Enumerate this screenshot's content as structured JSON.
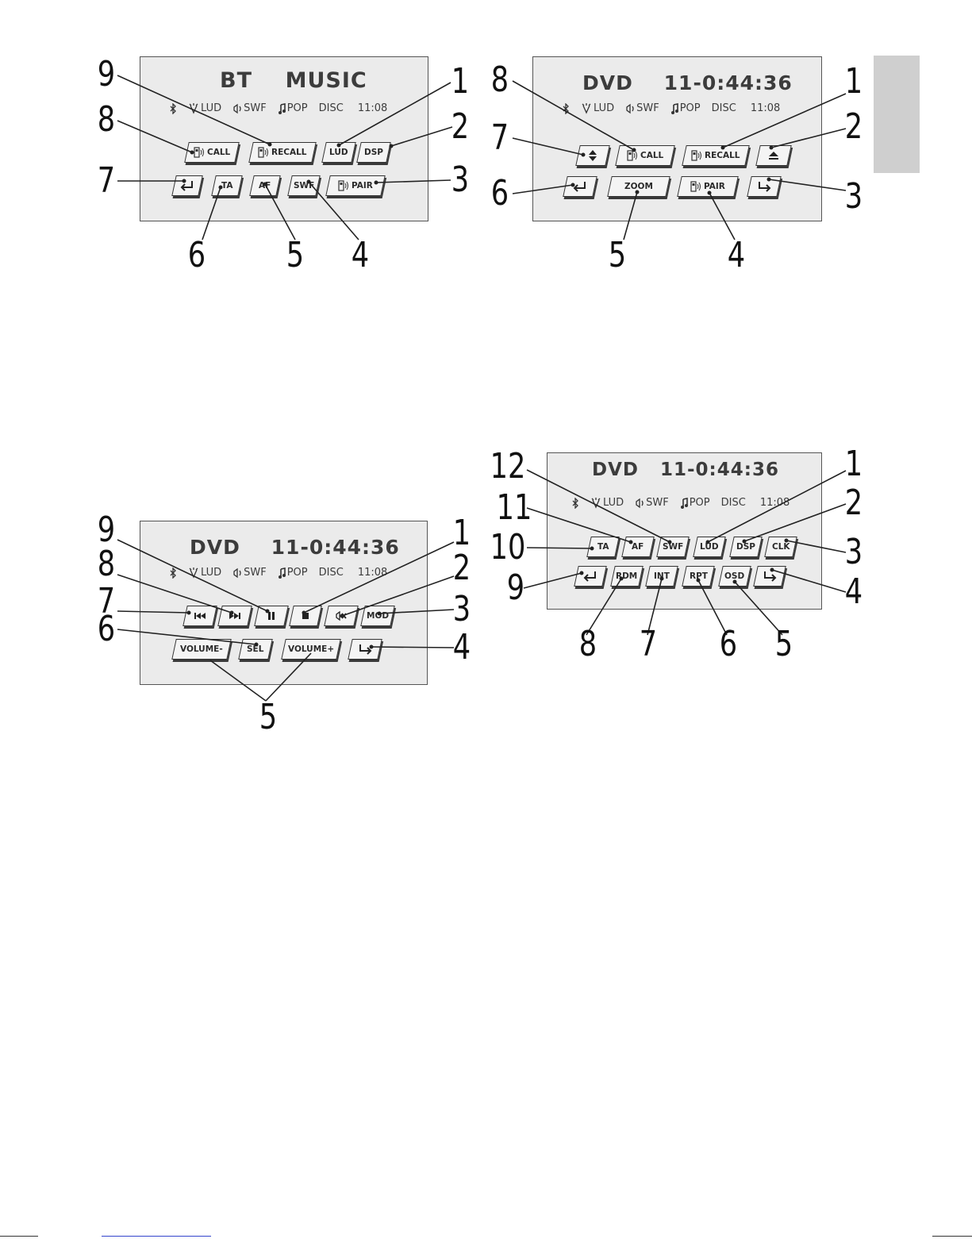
{
  "status_bar": {
    "lud": "LUD",
    "swf": "SWF",
    "pop": "POP",
    "disc": "DISC",
    "time": "11:08"
  },
  "panels": {
    "bt_music": {
      "title": "BT    MUSIC",
      "buttons": {
        "call": "CALL",
        "recall": "RECALL",
        "lud": "LUD",
        "dsp": "DSP",
        "ta": "TA",
        "af": "AF",
        "swf": "SWF",
        "pair": "PAIR"
      },
      "callouts": [
        "1",
        "2",
        "3",
        "4",
        "5",
        "6",
        "7",
        "8",
        "9"
      ]
    },
    "dvd_menu": {
      "title": "DVD    11-0:44:36",
      "buttons": {
        "call": "CALL",
        "recall": "RECALL",
        "zoom": "ZOOM",
        "pair": "PAIR"
      },
      "callouts": [
        "1",
        "2",
        "3",
        "4",
        "5",
        "6",
        "7",
        "8"
      ]
    },
    "dvd_playback": {
      "title": "DVD    11-0:44:36",
      "buttons": {
        "volume_minus": "VOLUME-",
        "sel": "SEL",
        "volume_plus": "VOLUME+",
        "mod": "MOD"
      },
      "callouts": [
        "1",
        "2",
        "3",
        "4",
        "5",
        "6",
        "7",
        "8",
        "9"
      ]
    },
    "dvd_settings": {
      "title": "DVD   11-0:44:36",
      "buttons": {
        "ta": "TA",
        "af": "AF",
        "swf": "SWF",
        "lud": "LUD",
        "dsp": "DSP",
        "clk": "CLK",
        "rdm": "RDM",
        "int": "INT",
        "rpt": "RPT",
        "osd": "OSD"
      },
      "callouts": [
        "1",
        "2",
        "3",
        "4",
        "5",
        "6",
        "7",
        "8",
        "9",
        "10",
        "11",
        "12"
      ]
    }
  },
  "icons": {
    "bluetooth": "bluetooth-icon",
    "loudness": "loudness-icon",
    "speaker": "speaker-icon",
    "music_note": "music-note-icon",
    "phone": "phone-icon",
    "enter": "enter-arrow-icon",
    "next_page": "next-page-arrow-icon",
    "eject": "eject-icon",
    "up_down": "up-down-icon",
    "previous": "previous-track-icon",
    "next": "next-track-icon",
    "pause": "pause-icon",
    "stop": "stop-icon",
    "mute": "mute-icon"
  }
}
